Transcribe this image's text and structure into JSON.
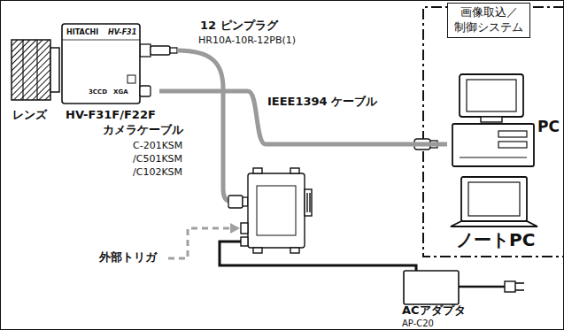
{
  "diagram": {
    "nodes": [
      {
        "text": [
          "レンズ"
        ]
      },
      {
        "text": [
          "HITACHI",
          "HV-F31",
          "3CCD",
          "XGA",
          "HV-F31F/F22F"
        ]
      },
      {
        "text": [
          "画像取込／ 制御システム"
        ]
      },
      {
        "text": [
          "PC"
        ]
      },
      {
        "text": [
          "ノートPC"
        ]
      },
      {
        "text": [
          "ACアダプタ",
          "AP-C20"
        ]
      }
    ],
    "edges": [
      {
        "from": 1,
        "to": 3,
        "arrow": "none",
        "label": "IEEE1394 ケーブル"
      }
    ],
    "labels": [
      "12 ピンプラグ",
      "HR10A-10R-12PB(1)",
      "カメラケーブル",
      "C-201KSM",
      "/C501KSM",
      "/C102KSM",
      "外部トリガ"
    ]
  }
}
